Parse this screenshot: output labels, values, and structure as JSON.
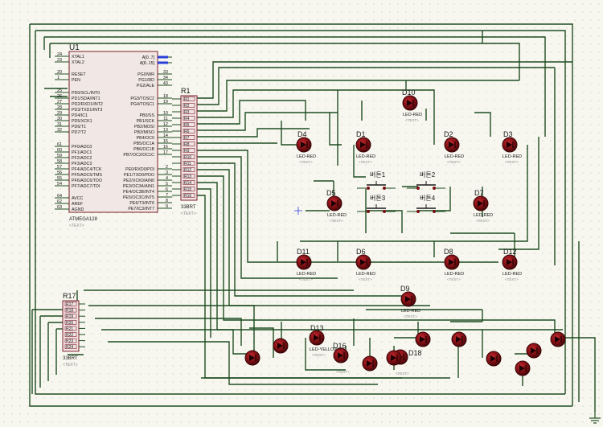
{
  "colors": {
    "background": "#f7f7ef",
    "grid_dot": "#b9b9b0",
    "wire": "#1f4d22",
    "chip_fill": "#f1e7e4",
    "chip_border": "#7a1f2a",
    "resistor_fill": "#f3e4e4",
    "led_fill": "#7a0e12",
    "led_highlight": "#c0282f",
    "led_rim": "#3a0508",
    "text": "#1a1a1a",
    "placeholder": "#8c8c8c",
    "bus_blue": "#2b3fd8"
  },
  "mcu": {
    "ref": "U1",
    "part": "ATMEGA128",
    "text_tag": "<TEXT>",
    "left_pins": [
      {
        "num": "24",
        "name": "XTAL1"
      },
      {
        "num": "23",
        "name": "XTAL2"
      },
      {
        "num": "20",
        "name": "RESET"
      },
      {
        "num": "1",
        "name": "PEN"
      },
      {
        "num": "25",
        "name": "PD0/SCL/INT0"
      },
      {
        "num": "26",
        "name": "PD1/SDA/INT1"
      },
      {
        "num": "27",
        "name": "PD2/RXD1/INT2"
      },
      {
        "num": "28",
        "name": "PD3/TXD1/INT3"
      },
      {
        "num": "29",
        "name": "PD4/IC1"
      },
      {
        "num": "30",
        "name": "PD5/XCK1"
      },
      {
        "num": "31",
        "name": "PD6/T1"
      },
      {
        "num": "32",
        "name": "PD7/T2"
      },
      {
        "num": "61",
        "name": "PF0/ADC0"
      },
      {
        "num": "60",
        "name": "PF1/ADC1"
      },
      {
        "num": "59",
        "name": "PF2/ADC2"
      },
      {
        "num": "58",
        "name": "PF3/ADC3"
      },
      {
        "num": "57",
        "name": "PF4/ADC4/TCK"
      },
      {
        "num": "56",
        "name": "PF5/ADC5/TMS"
      },
      {
        "num": "55",
        "name": "PF6/ADC6/TDO"
      },
      {
        "num": "54",
        "name": "PF7/ADC7/TDI"
      },
      {
        "num": "64",
        "name": "AVCC"
      },
      {
        "num": "62",
        "name": "AREF"
      },
      {
        "num": "63",
        "name": "AGND"
      }
    ],
    "right_pins": [
      {
        "num": "",
        "name": "A[0..7]"
      },
      {
        "num": "",
        "name": "A[8..15]"
      },
      {
        "num": "33",
        "name": "PG0/WR"
      },
      {
        "num": "34",
        "name": "PG1/RD"
      },
      {
        "num": "43",
        "name": "PG2/ALE"
      },
      {
        "num": "18",
        "name": "PG3/TOSC2"
      },
      {
        "num": "19",
        "name": "PG4/TOSC1"
      },
      {
        "num": "10",
        "name": "PB0/SS"
      },
      {
        "num": "11",
        "name": "PB1/SCK"
      },
      {
        "num": "12",
        "name": "PB2/MOSI"
      },
      {
        "num": "13",
        "name": "PB3/MISO"
      },
      {
        "num": "14",
        "name": "PB4/OC0"
      },
      {
        "num": "15",
        "name": "PB5/OC1A"
      },
      {
        "num": "16",
        "name": "PB6/OC1B"
      },
      {
        "num": "17",
        "name": "PB7/OC2/OC1C"
      },
      {
        "num": "2",
        "name": "PE0/RXD0/PDI"
      },
      {
        "num": "3",
        "name": "PE1/TXD0/PDO"
      },
      {
        "num": "4",
        "name": "PE2/XCK0/AIN0"
      },
      {
        "num": "5",
        "name": "PE3/OC3A/AIN1"
      },
      {
        "num": "6",
        "name": "PE4/OC3B/INT4"
      },
      {
        "num": "7",
        "name": "PE5/OC3C/INT5"
      },
      {
        "num": "8",
        "name": "PE6/T3/INT6"
      },
      {
        "num": "9",
        "name": "PE7/IC3/INT7"
      }
    ]
  },
  "resistor_packs": [
    {
      "ref": "R1",
      "part": "33BRT",
      "text_tag": "<TEXT>",
      "pins": [
        "R1",
        "R2",
        "R3",
        "R4",
        "R5",
        "R6",
        "R7",
        "R8",
        "R9",
        "R10",
        "R11",
        "R12",
        "R13",
        "R14",
        "R15",
        "R16"
      ]
    },
    {
      "ref": "R17",
      "part": "33BRT",
      "text_tag": "<TEXT>",
      "pins": [
        "R17",
        "R18",
        "R19",
        "R20",
        "R21",
        "R22",
        "R23",
        "R24"
      ]
    }
  ],
  "leds": [
    {
      "ref": "D10",
      "type": "LED-RED",
      "text_tag": "<TEXT>"
    },
    {
      "ref": "D4",
      "type": "LED-RED",
      "text_tag": "<TEXT>"
    },
    {
      "ref": "D1",
      "type": "LED-RED",
      "text_tag": "<TEXT>"
    },
    {
      "ref": "D2",
      "type": "LED-RED",
      "text_tag": "<TEXT>"
    },
    {
      "ref": "D3",
      "type": "LED-RED",
      "text_tag": "<TEXT>"
    },
    {
      "ref": "D5",
      "type": "LED-RED",
      "text_tag": "<TEXT>"
    },
    {
      "ref": "D7",
      "type": "LED-RED",
      "text_tag": "<TEXT>"
    },
    {
      "ref": "D11",
      "type": "LED-RED",
      "text_tag": "<TEXT>"
    },
    {
      "ref": "D6",
      "type": "LED-RED",
      "text_tag": "<TEXT>"
    },
    {
      "ref": "D8",
      "type": "LED-RED",
      "text_tag": "<TEXT>"
    },
    {
      "ref": "D12",
      "type": "LED-RED",
      "text_tag": "<TEXT>"
    },
    {
      "ref": "D9",
      "type": "LED-RED",
      "text_tag": "<TEXT>"
    },
    {
      "ref": "D13",
      "type": "LED-YELLOW",
      "text_tag": "<TEXT>"
    },
    {
      "ref": "D16",
      "type": "",
      "text_tag": "<TEXT>"
    },
    {
      "ref": "D18",
      "type": "",
      "text_tag": "<TEXT>"
    }
  ],
  "buttons": [
    {
      "label": "버튼1"
    },
    {
      "label": "버튼2"
    },
    {
      "label": "버튼3"
    },
    {
      "label": "버튼4"
    }
  ]
}
